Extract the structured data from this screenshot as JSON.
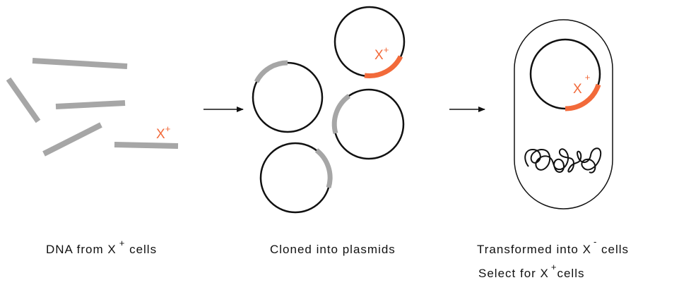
{
  "colors": {
    "fragment": "#a6a6a6",
    "marker": "#f26a3a",
    "plasmid": "#111111",
    "text": "#111111"
  },
  "marker_label": {
    "base": "X",
    "sup": "+"
  },
  "captions": {
    "step1": {
      "pre": "DNA from X",
      "sup": "+",
      "post": " cells"
    },
    "step2": {
      "text": "Cloned into plasmids"
    },
    "step3": {
      "pre": "Transformed into X",
      "sup": "-",
      "post": " cells"
    },
    "step4": {
      "pre": "Select for X",
      "sup": "+",
      "post": "cells"
    }
  }
}
